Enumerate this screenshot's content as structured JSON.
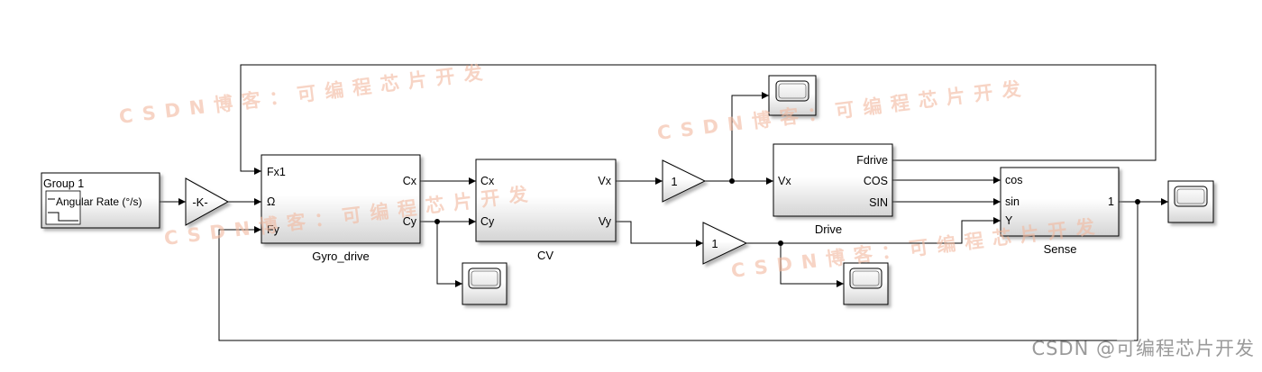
{
  "diagram": {
    "signal_builder": {
      "group": "Group 1",
      "signal": "Angular Rate (°/s)",
      "icon": "signal-builder-icon"
    },
    "gain_k": {
      "label": "-K-"
    },
    "gyro_drive": {
      "name": "Gyro_drive",
      "inputs": [
        "Fx1",
        "Ω",
        "Fy"
      ],
      "outputs": [
        "Cx",
        "Cy"
      ]
    },
    "cv": {
      "name": "CV",
      "inputs": [
        "Cx",
        "Cy"
      ],
      "outputs": [
        "Vx",
        "Vy"
      ]
    },
    "gain_vx": {
      "label": "1"
    },
    "gain_vy": {
      "label": "1"
    },
    "drive": {
      "name": "Drive",
      "inputs": [
        "Vx"
      ],
      "outputs": [
        "Fdrive",
        "COS",
        "SIN"
      ]
    },
    "sense": {
      "name": "Sense",
      "inputs": [
        "cos",
        "sin",
        "Y"
      ],
      "outputs": [
        "1"
      ]
    },
    "scope_icon": "scope-icon"
  },
  "watermark": {
    "text": "CSDN博客：可编程芯片开发"
  },
  "credit": {
    "text": "CSDN @可编程芯片开发"
  },
  "colors": {
    "line": "#000000",
    "block_top": "#ffffff",
    "block_bottom": "#d4d4d4",
    "watermark": "#f2b99f",
    "credit_text": "#9a9a9a"
  }
}
